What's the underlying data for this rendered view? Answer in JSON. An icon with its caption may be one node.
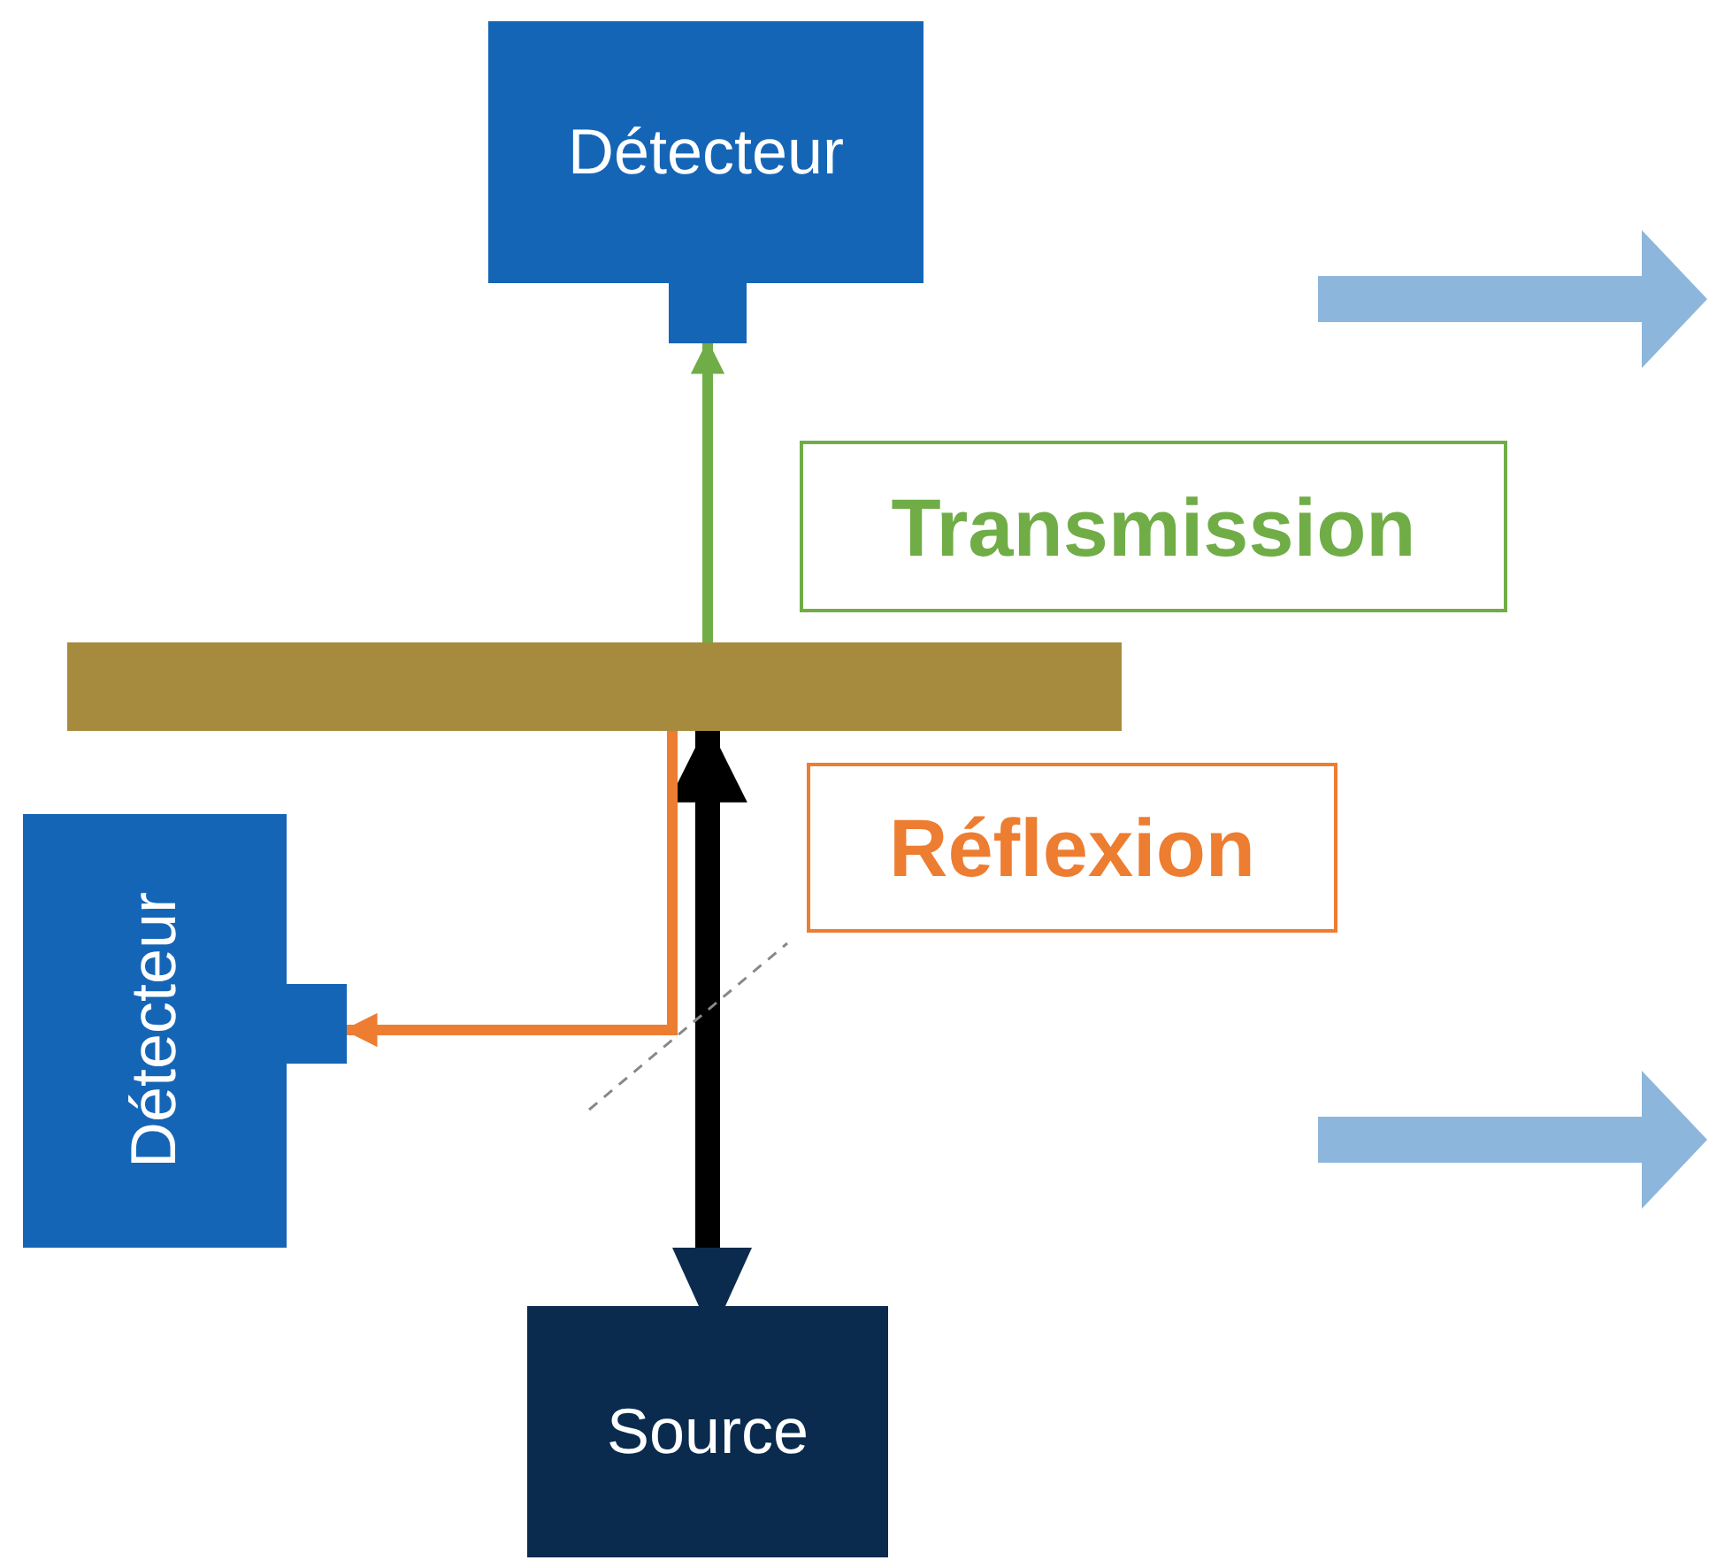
{
  "diagram": {
    "nodes": [
      {
        "text": [
          "Détecteur"
        ]
      },
      {
        "text": [
          "Transmission"
        ]
      },
      {
        "text": [],
        "shape": "bar"
      },
      {
        "text": [
          "Réflexion"
        ]
      },
      {
        "text": [
          "Détecteur"
        ]
      },
      {
        "text": [
          "Source"
        ]
      }
    ],
    "edges": [
      {
        "from": 5,
        "to": 2,
        "arrow": "to",
        "color": "#000000",
        "style": "thick"
      },
      {
        "from": 2,
        "to": 0,
        "arrow": "to",
        "color": "#70ad47"
      },
      {
        "from": 2,
        "to": 4,
        "arrow": "to",
        "color": "#ed7d31"
      }
    ]
  }
}
